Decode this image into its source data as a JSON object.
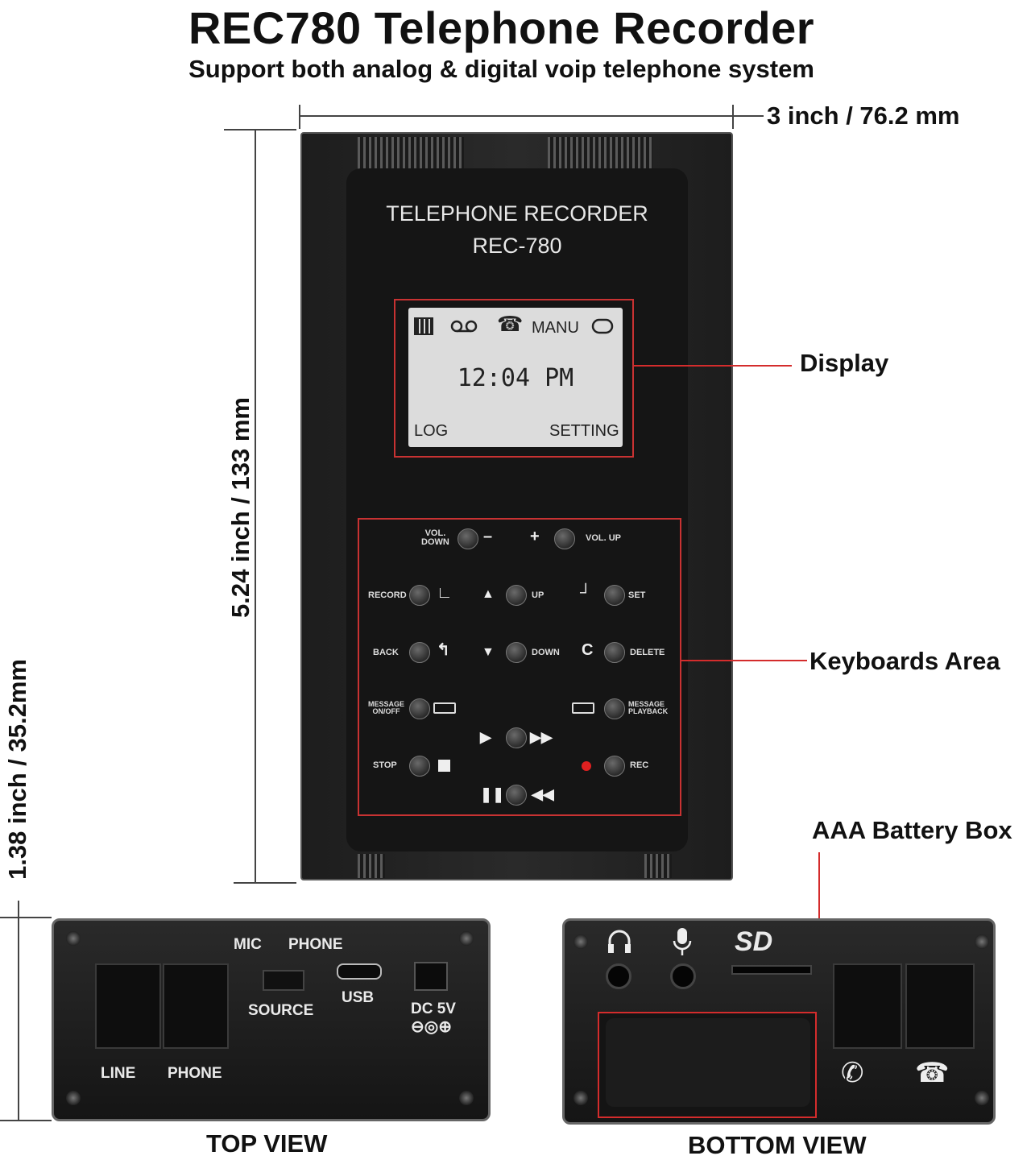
{
  "header": {
    "title": "REC780 Telephone Recorder",
    "subtitle": "Support both analog & digital voip telephone system"
  },
  "dimensions": {
    "width": "3 inch / 76.2 mm",
    "height": "5.24 inch / 133 mm",
    "depth": "1.38 inch / 35.2mm"
  },
  "device": {
    "brand_line1": "TELEPHONE RECORDER",
    "brand_line2": "REC-780",
    "lcd": {
      "mode": "MANU",
      "time": "12:04 PM",
      "left_soft": "LOG",
      "right_soft": "SETTING"
    },
    "keys": {
      "vol_down": "VOL.\nDOWN",
      "vol_up": "VOL. UP",
      "record": "RECORD",
      "up": "UP",
      "set": "SET",
      "back": "BACK",
      "down": "DOWN",
      "delete": "DELETE",
      "message_onoff": "MESSAGE\nON/OFF",
      "message_playback": "MESSAGE\nPLAYBACK",
      "stop": "STOP",
      "rec": "REC"
    }
  },
  "callouts": {
    "display": "Display",
    "keyboards": "Keyboards Area",
    "battery": "AAA Battery Box"
  },
  "top_view": {
    "label": "TOP VIEW",
    "mic": "MIC",
    "phone_top": "PHONE",
    "source": "SOURCE",
    "usb": "USB",
    "dc": "DC 5V",
    "line": "LINE",
    "phone_bottom": "PHONE"
  },
  "bottom_view": {
    "label": "BOTTOM VIEW",
    "sd": "SD"
  },
  "colors": {
    "accent_red": "#d42c2c",
    "device_body": "#1d1d1d",
    "lcd_bg": "#dcdcdc"
  }
}
